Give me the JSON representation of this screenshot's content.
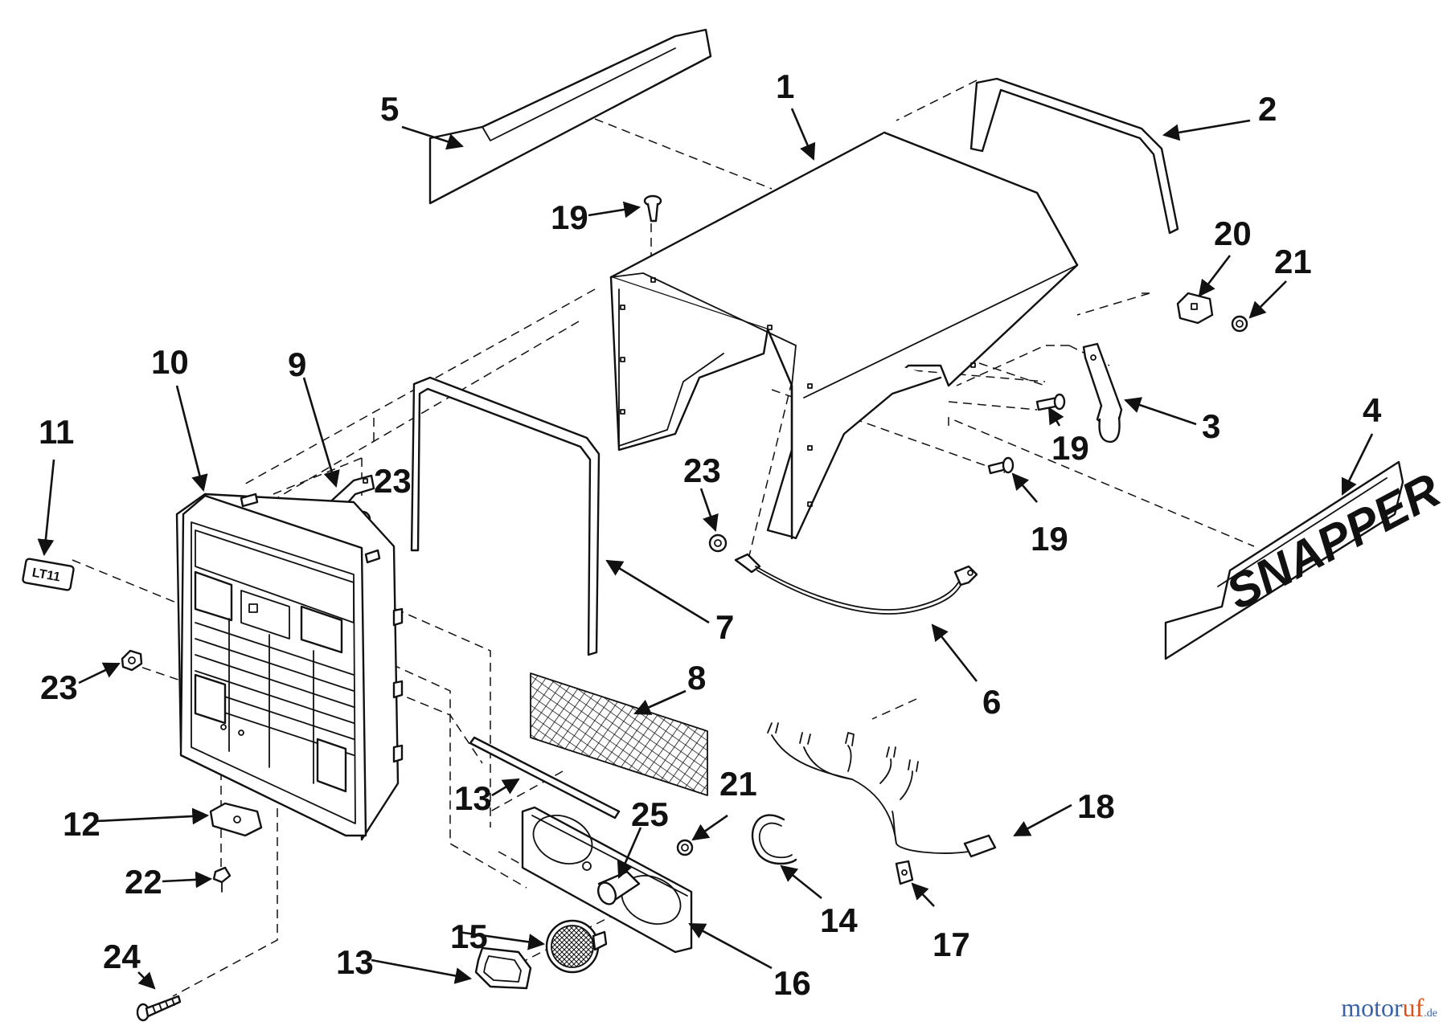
{
  "diagram": {
    "callouts": [
      {
        "id": "c1",
        "label": "1"
      },
      {
        "id": "c2",
        "label": "2"
      },
      {
        "id": "c3",
        "label": "3"
      },
      {
        "id": "c4",
        "label": "4"
      },
      {
        "id": "c5",
        "label": "5"
      },
      {
        "id": "c6",
        "label": "6"
      },
      {
        "id": "c7",
        "label": "7"
      },
      {
        "id": "c8",
        "label": "8"
      },
      {
        "id": "c9",
        "label": "9"
      },
      {
        "id": "c10",
        "label": "10"
      },
      {
        "id": "c11",
        "label": "11"
      },
      {
        "id": "c12",
        "label": "12"
      },
      {
        "id": "c13a",
        "label": "13"
      },
      {
        "id": "c13b",
        "label": "13"
      },
      {
        "id": "c14",
        "label": "14"
      },
      {
        "id": "c15",
        "label": "15"
      },
      {
        "id": "c16",
        "label": "16"
      },
      {
        "id": "c17",
        "label": "17"
      },
      {
        "id": "c18",
        "label": "18"
      },
      {
        "id": "c19a",
        "label": "19"
      },
      {
        "id": "c19b",
        "label": "19"
      },
      {
        "id": "c19c",
        "label": "19"
      },
      {
        "id": "c20",
        "label": "20"
      },
      {
        "id": "c21a",
        "label": "21"
      },
      {
        "id": "c21b",
        "label": "21"
      },
      {
        "id": "c22",
        "label": "22"
      },
      {
        "id": "c23a",
        "label": "23"
      },
      {
        "id": "c23b",
        "label": "23"
      },
      {
        "id": "c23c",
        "label": "23"
      },
      {
        "id": "c24",
        "label": "24"
      },
      {
        "id": "c25",
        "label": "25"
      }
    ],
    "badge_text": "LT11",
    "logo_text": "SNAPPER"
  },
  "watermark": {
    "part_a": "motor",
    "part_b": "uf",
    "part_c": ".de"
  },
  "colors": {
    "line": "#111111",
    "background": "#ffffff",
    "watermark_blue": "#3a62a8",
    "watermark_orange": "#d9531e"
  }
}
